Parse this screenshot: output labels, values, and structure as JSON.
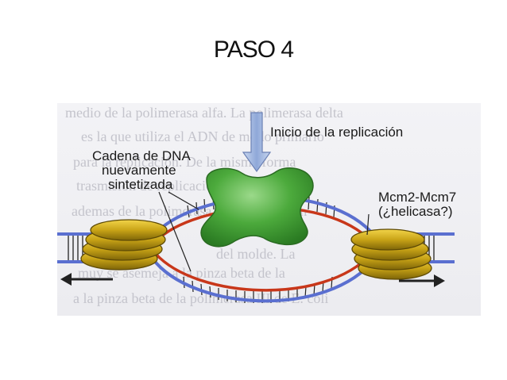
{
  "slide": {
    "title": "PASO 4"
  },
  "diagram": {
    "labels": {
      "initiation": "Inicio de la replicación",
      "new_strand_line1": "Cadena de DNA",
      "new_strand_line2": "nuevamente",
      "new_strand_line3": "sintetizada",
      "helicase_line1": "Mcm2-Mcm7",
      "helicase_line2": "(¿helicasa?)"
    },
    "background_text": [
      "medio de la polimerasa alfa. La polimerasa delta",
      "es la que utiliza el ADN de modo primario",
      "para la replicación. De la misma forma",
      "trasmisión de replicación de la horquilla",
      "ademas de la polimerasa para replicación",
      "del molde. La",
      "muy se asemeja a la pinza beta de la",
      "a la pinza beta de la polimerasa III de E. coli"
    ],
    "colors": {
      "parental_strand": "#5a6fd0",
      "new_strand": "#c8371a",
      "origin_complex": "#4caa3c",
      "helicase": "#c9a417",
      "arrow": "#8fa8d8"
    }
  }
}
